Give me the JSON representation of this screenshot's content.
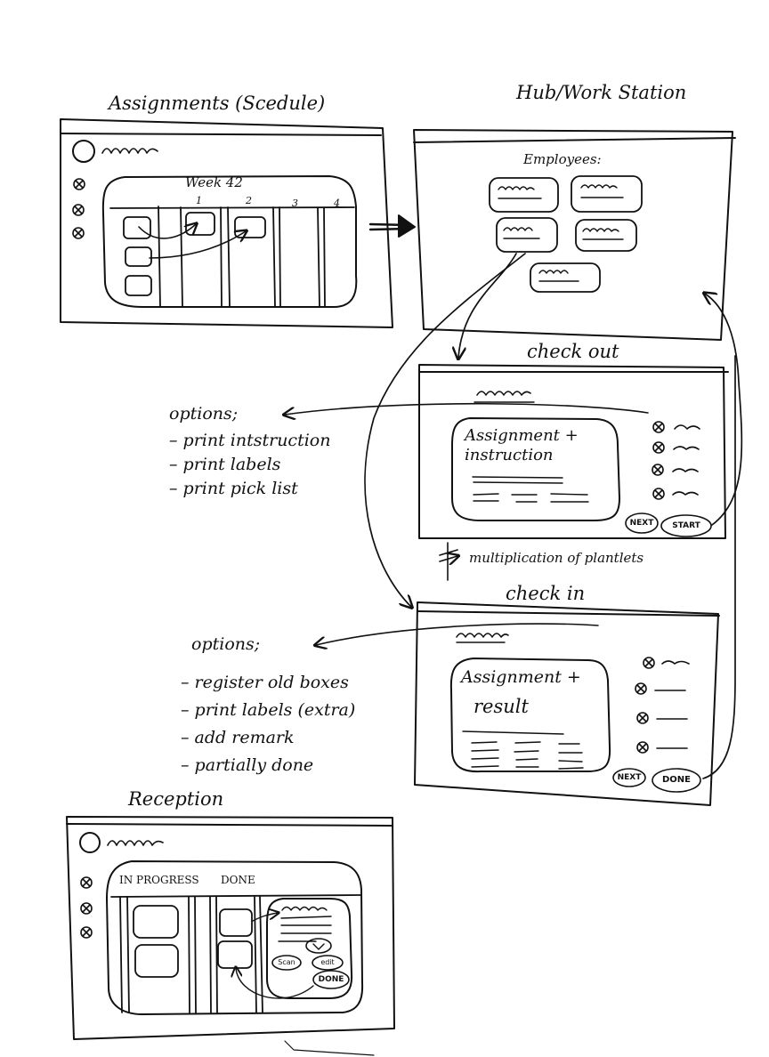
{
  "assignments": {
    "title": "Assignments (Scedule)",
    "week_label": "Week 42",
    "columns": [
      "1",
      "2",
      "3",
      "4"
    ]
  },
  "hub": {
    "title": "Hub/Work Station",
    "employees_label": "Employees:"
  },
  "checkout": {
    "title": "check out",
    "card_title": "Assignment + instruction",
    "buttons": {
      "next": "NEXT",
      "start": "START"
    },
    "options_title": "options;",
    "options": [
      "print intstruction",
      "print labels",
      "print pick list"
    ]
  },
  "transition_label": "multiplication of plantlets",
  "checkin": {
    "title": "check in",
    "card_title_line1": "Assignment +",
    "card_title_line2": "result",
    "buttons": {
      "next": "NEXT",
      "done": "DONE"
    },
    "options_title": "options;",
    "options": [
      "register old boxes",
      "print labels (extra)",
      "add remark",
      "partially done"
    ]
  },
  "reception": {
    "title": "Reception",
    "columns": {
      "in_progress": "IN PROGRESS",
      "done": "DONE"
    },
    "buttons": {
      "scan": "Scan",
      "edit": "edit",
      "done": "DONE"
    }
  }
}
